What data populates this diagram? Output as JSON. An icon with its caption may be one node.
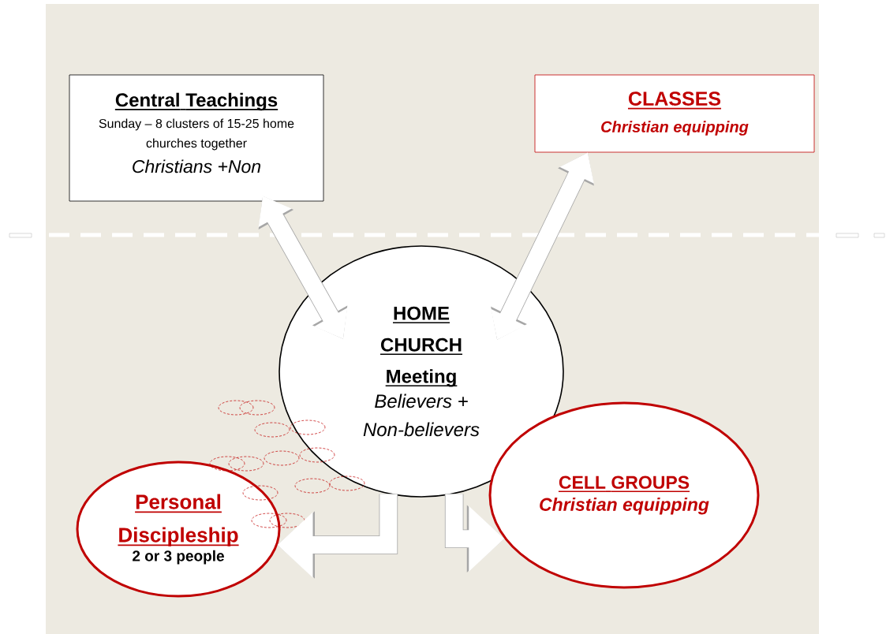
{
  "diagram": {
    "nodes": [
      {
        "text": [
          "Central Teachings",
          "Sunday –  8 clusters of 15-25 home churches together",
          "Christians +Non"
        ]
      },
      {
        "text": [
          "CLASSES",
          "Christian equipping"
        ]
      },
      {
        "text": [
          "HOME CHURCH Meeting",
          "Believers + Non-believers"
        ]
      },
      {
        "text": [
          "Personal Discipleship",
          "2 or 3 people"
        ]
      },
      {
        "text": [
          "CELL GROUPS",
          "Christian equipping"
        ]
      }
    ],
    "edges": [
      {
        "from": 0,
        "to": 2,
        "arrow": "both"
      },
      {
        "from": 2,
        "to": 1,
        "arrow": "both"
      },
      {
        "from": 2,
        "to": 3,
        "arrow": "to"
      },
      {
        "from": 2,
        "to": 4,
        "arrow": "to"
      }
    ]
  }
}
